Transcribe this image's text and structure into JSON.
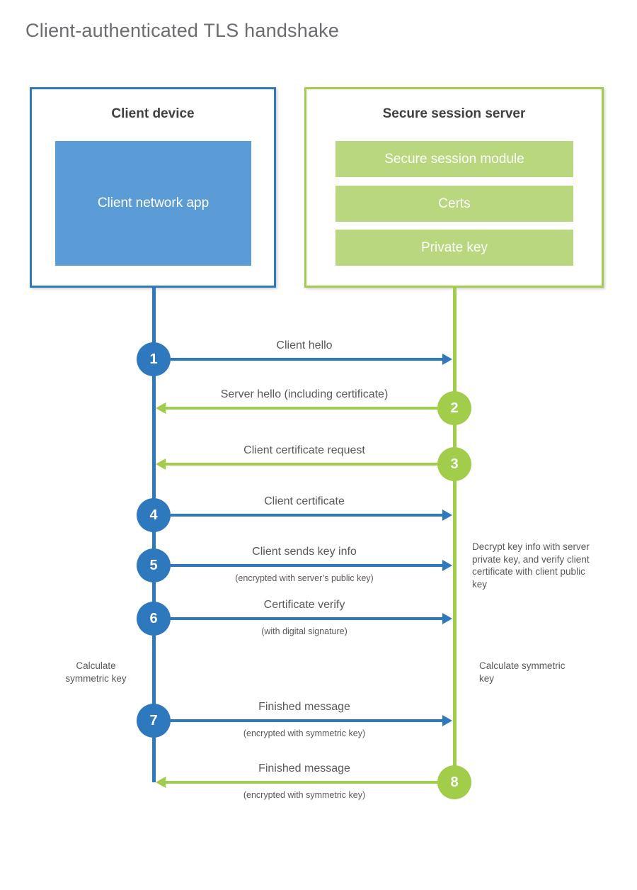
{
  "title": "Client-authenticated TLS handshake",
  "colors": {
    "blue": "#2e78be",
    "blue_fill": "#5c9cd6",
    "green": "#a2cd4b",
    "green_fill": "#b9d77e",
    "label_text": "#58595b",
    "heading_text": "#3f4042",
    "title_text": "#6a6c6f"
  },
  "client": {
    "heading": "Client device",
    "app_label": "Client network app"
  },
  "server": {
    "heading": "Secure session server",
    "modules": [
      "Secure session module",
      "Certs",
      "Private key"
    ]
  },
  "steps": [
    {
      "num": "1",
      "label": "Client hello",
      "sublabel": "",
      "direction": "client-to-server",
      "color": "blue"
    },
    {
      "num": "2",
      "label": "Server hello (including certificate)",
      "sublabel": "",
      "direction": "server-to-client",
      "color": "green"
    },
    {
      "num": "3",
      "label": "Client certificate request",
      "sublabel": "",
      "direction": "server-to-client",
      "color": "green"
    },
    {
      "num": "4",
      "label": "Client certificate",
      "sublabel": "",
      "direction": "client-to-server",
      "color": "blue"
    },
    {
      "num": "5",
      "label": "Client sends key info",
      "sublabel": "(encrypted with server’s public key)",
      "direction": "client-to-server",
      "color": "blue"
    },
    {
      "num": "6",
      "label": "Certificate verify",
      "sublabel": "(with digital signature)",
      "direction": "client-to-server",
      "color": "blue"
    },
    {
      "num": "7",
      "label": "Finished message",
      "sublabel": "(encrypted with symmetric key)",
      "direction": "client-to-server",
      "color": "blue"
    },
    {
      "num": "8",
      "label": "Finished message",
      "sublabel": "(encrypted with symmetric key)",
      "direction": "server-to-client",
      "color": "green"
    }
  ],
  "annotations": {
    "decrypt_note": "Decrypt key info with server private key, and verify client certificate with client public key",
    "calc_left": "Calculate symmetric key",
    "calc_right": "Calculate symmetric key"
  }
}
